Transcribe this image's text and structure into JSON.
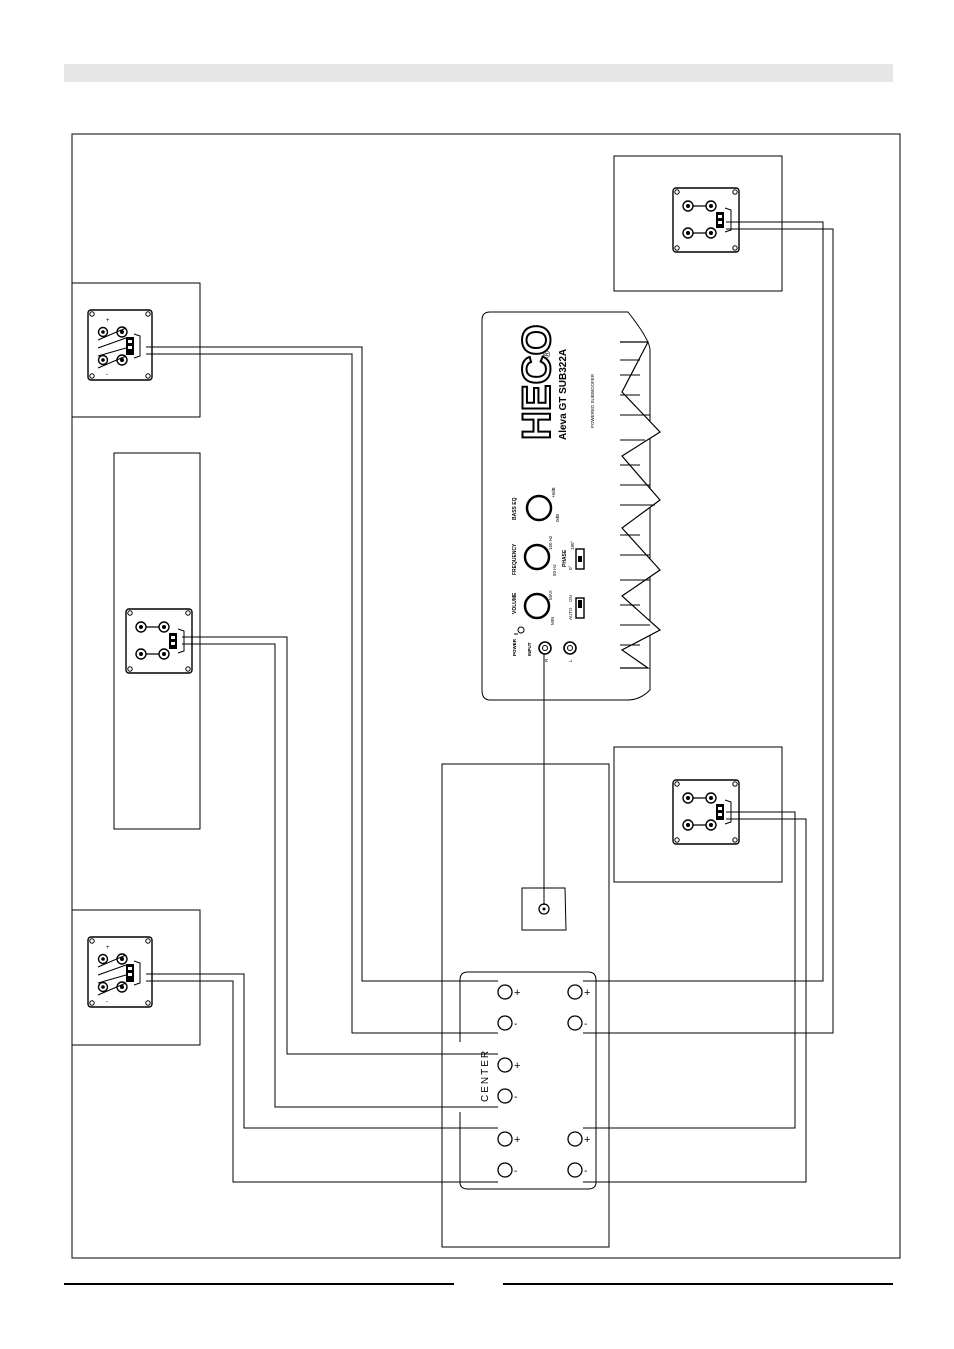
{
  "subwoofer": {
    "brand": "HECO",
    "registered": "®",
    "model": "Aleva GT SUB322A",
    "subtitle": "POWERED SUBWOOFER",
    "controls": {
      "bass_eq": "BASS EQ",
      "bass_eq_min": "0dB",
      "bass_eq_max": "+6dB",
      "frequency": "FREQUENCY",
      "frequency_min": "50 Hz",
      "frequency_max": "150 Hz",
      "phase": "PHASE",
      "phase_0": "0°",
      "phase_180": "180°",
      "volume": "VOLUME",
      "volume_min": "MIN",
      "volume_max": "MAX",
      "auto": "AUTO",
      "on": "ON",
      "power": "POWER",
      "input": "INPUT",
      "input_r": "R",
      "input_l": "L"
    }
  },
  "receiver": {
    "center_label": "CENTER",
    "plus": "+",
    "minus": "-"
  },
  "colors": {
    "line": "#000000",
    "header_bar": "#e6e6e6",
    "speaker_panel": "#ffffff"
  }
}
